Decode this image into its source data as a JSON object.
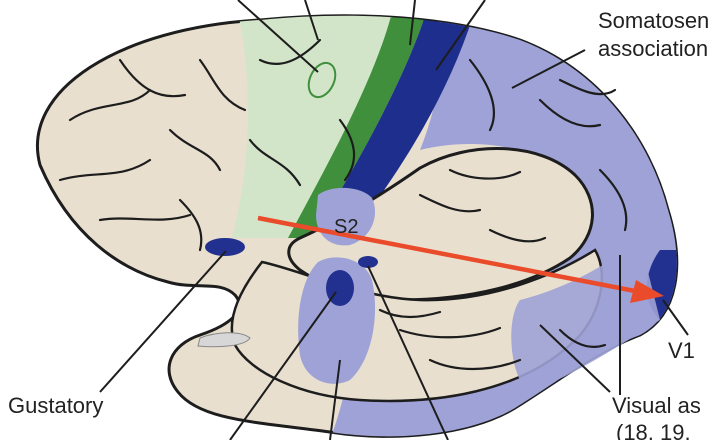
{
  "labels": {
    "somatosensory_association": [
      "Somatosen",
      "association"
    ],
    "s2": "S2",
    "v1": "V1",
    "gustatory": "Gustatory",
    "visual_association": [
      "Visual as",
      "(18, 19,"
    ]
  },
  "colors": {
    "background": "#ffffff",
    "brain_tissue": "#e8dfcf",
    "outline": "#1d1d1d",
    "motor_light_green": "#d3e5c9",
    "primary_motor_green": "#3f8f3d",
    "primary_somatosensory_navy": "#1e2e8c",
    "association_lavender": "#9ea2d6",
    "focal_area_navy": "#22318f",
    "arrow_red": "#ea4b2b",
    "callout_line": "#1d1d1d"
  }
}
